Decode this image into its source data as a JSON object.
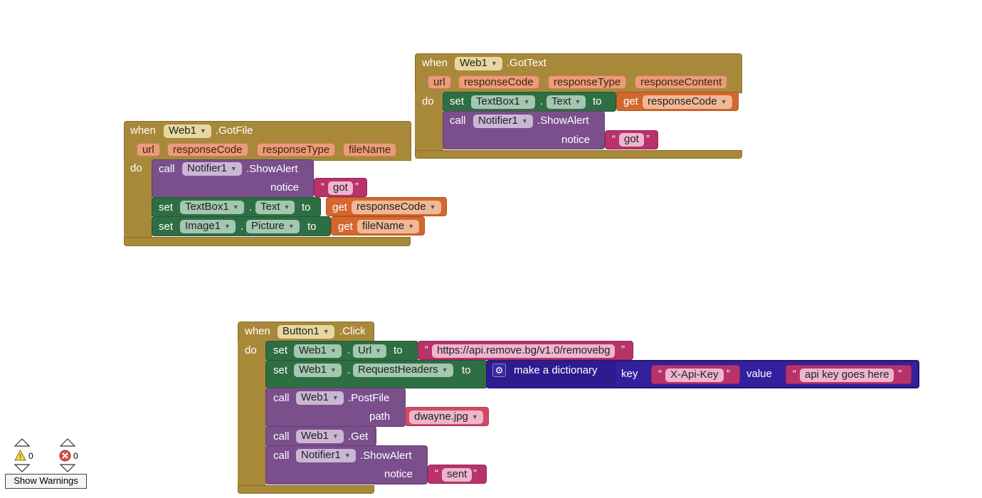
{
  "gotfile": {
    "when": "when",
    "component": "Web1",
    "event": ".GotFile",
    "params": [
      "url",
      "responseCode",
      "responseType",
      "fileName"
    ],
    "do": "do",
    "call1": {
      "call": "call",
      "component": "Notifier1",
      "method": ".ShowAlert",
      "arg": "notice",
      "text": "got"
    },
    "set1": {
      "set": "set",
      "component": "TextBox1",
      "dot": ".",
      "prop": "Text",
      "to": "to",
      "get": "get",
      "var": "responseCode"
    },
    "set2": {
      "set": "set",
      "component": "Image1",
      "dot": ".",
      "prop": "Picture",
      "to": "to",
      "get": "get",
      "var": "fileName"
    }
  },
  "gottext": {
    "when": "when",
    "component": "Web1",
    "event": ".GotText",
    "params": [
      "url",
      "responseCode",
      "responseType",
      "responseContent"
    ],
    "do": "do",
    "set1": {
      "set": "set",
      "component": "TextBox1",
      "dot": ".",
      "prop": "Text",
      "to": "to",
      "get": "get",
      "var": "responseCode"
    },
    "call1": {
      "call": "call",
      "component": "Notifier1",
      "method": ".ShowAlert",
      "arg": "notice",
      "text": "got"
    }
  },
  "click": {
    "when": "when",
    "component": "Button1",
    "event": ".Click",
    "do": "do",
    "set1": {
      "set": "set",
      "component": "Web1",
      "dot": ".",
      "prop": "Url",
      "to": "to",
      "text": "https://api.remove.bg/v1.0/removebg"
    },
    "set2": {
      "set": "set",
      "component": "Web1",
      "dot": ".",
      "prop": "RequestHeaders",
      "to": "to",
      "dict": "make a dictionary",
      "key_label": "key",
      "key": "X-Api-Key",
      "value_label": "value",
      "value": "api key goes here"
    },
    "call1": {
      "call": "call",
      "component": "Web1",
      "method": ".PostFile",
      "arg": "path",
      "file": "dwayne.jpg"
    },
    "call2": {
      "call": "call",
      "component": "Web1",
      "method": ".Get"
    },
    "call3": {
      "call": "call",
      "component": "Notifier1",
      "method": ".ShowAlert",
      "arg": "notice",
      "text": "sent"
    }
  },
  "quote_open": "“",
  "quote_close": "”",
  "warnings": {
    "warning_count": "0",
    "error_count": "0",
    "button": "Show Warnings"
  },
  "colors": {
    "event": "#a8893a",
    "setter": "#2e6e43",
    "call": "#7a4f8c",
    "getter": "#d4672e",
    "text": "#b8326b",
    "dictionary": "#2e1b8f"
  }
}
